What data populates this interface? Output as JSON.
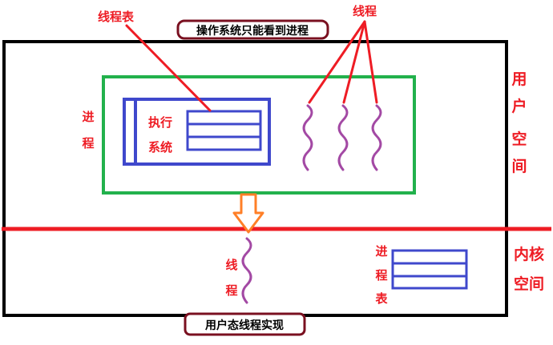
{
  "labels": {
    "thread_table": "线程表",
    "os_sees_process": "操作系统只能看到进程",
    "thread": "线程",
    "user_space_1": "用",
    "user_space_2": "户",
    "user_space_3": "空",
    "user_space_4": "间",
    "process_1": "进",
    "process_2": "程",
    "runtime_1": "执行",
    "runtime_2": "系统",
    "kernel_space_1": "内核",
    "kernel_space_2": "空间",
    "thread_bottom_1": "线",
    "thread_bottom_2": "程",
    "process_table_1": "进",
    "process_table_2": "程",
    "process_table_3": "表",
    "user_level_threads": "用户态线程实现"
  },
  "colors": {
    "frame": "#000000",
    "red": "#ee1c24",
    "green": "#22b14c",
    "blue": "#3f48cc",
    "purple": "#a349a4",
    "orange": "#ff7f27",
    "caption_border": "#7a1020",
    "caption_bg": "#ffffff"
  }
}
